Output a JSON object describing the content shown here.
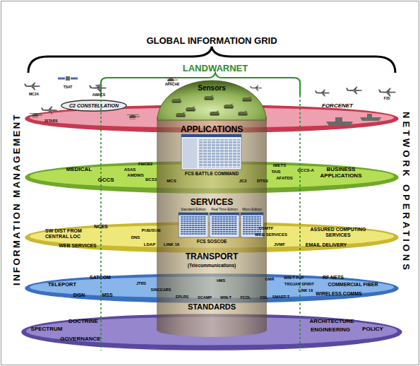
{
  "diagram": {
    "title": "GLOBAL INFORMATION GRID",
    "nodes": [
      {
        "text": [
          "FORCENET"
        ]
      },
      {
        "text": [
          "C2 CONSTELLATION"
        ]
      },
      {
        "text": [
          "Sensors"
        ]
      },
      {
        "text": [
          "APPLICATIONS",
          "SERVICES",
          "TRANSPORT",
          "(Telecommunications)",
          "STANDARDS"
        ]
      },
      {
        "text": [
          "MEDICAL",
          "GCCS",
          "ASAS",
          "FBCB2",
          "AMDWS",
          "BCS3",
          "MCS",
          "JC2",
          "DTSS",
          "IMETS",
          "TAIS",
          "AFATDS",
          "GCCS-A",
          "BUSINESS APPLICATIONS"
        ]
      },
      {
        "text": [
          "SW DIST FROM CENTRAL LOC",
          "NCES",
          "WEB SERVICES",
          "PUB/SUB",
          "DNS",
          "LDAP",
          "LINK 16",
          "USMTF",
          "WEB SERVICES",
          "JVMF",
          "ASSURED COMPUTING SERVICES",
          "EMAIL DELIVERY"
        ]
      },
      {
        "text": [
          "TELEPORT",
          "SATCOM",
          "DISN",
          "MSS",
          "JTRS",
          "SINCGARS",
          "EPLRS",
          "SCAMP",
          "HMS",
          "WIN-T",
          "FCOL",
          "CDL",
          "SMART-T",
          "GMR",
          "WIN-T PoP",
          "TROJAN SPIRIT",
          "LINK 16",
          "RF NETS",
          "COMMERCIAL FIBER",
          "WIRELESS COMMS"
        ]
      },
      {
        "text": [
          "SPECTRUM",
          "DOCTRINE",
          "GOVERNANCE",
          "ARCHITECTURE",
          "ENGINEERING",
          "POLICY"
        ]
      }
    ],
    "labels": [
      "LANDWARNET",
      "INFORMATION MANAGEMENT",
      "NETWORK OPERATIONS",
      "FCS BATTLE COMMAND",
      "Standard Edition",
      "Real Time Edition",
      "Micro Edition",
      "FCS SOSCOE",
      "MC2A",
      "TSAT",
      "AWACS",
      "JSTARS",
      "APACHE",
      "F35"
    ]
  }
}
